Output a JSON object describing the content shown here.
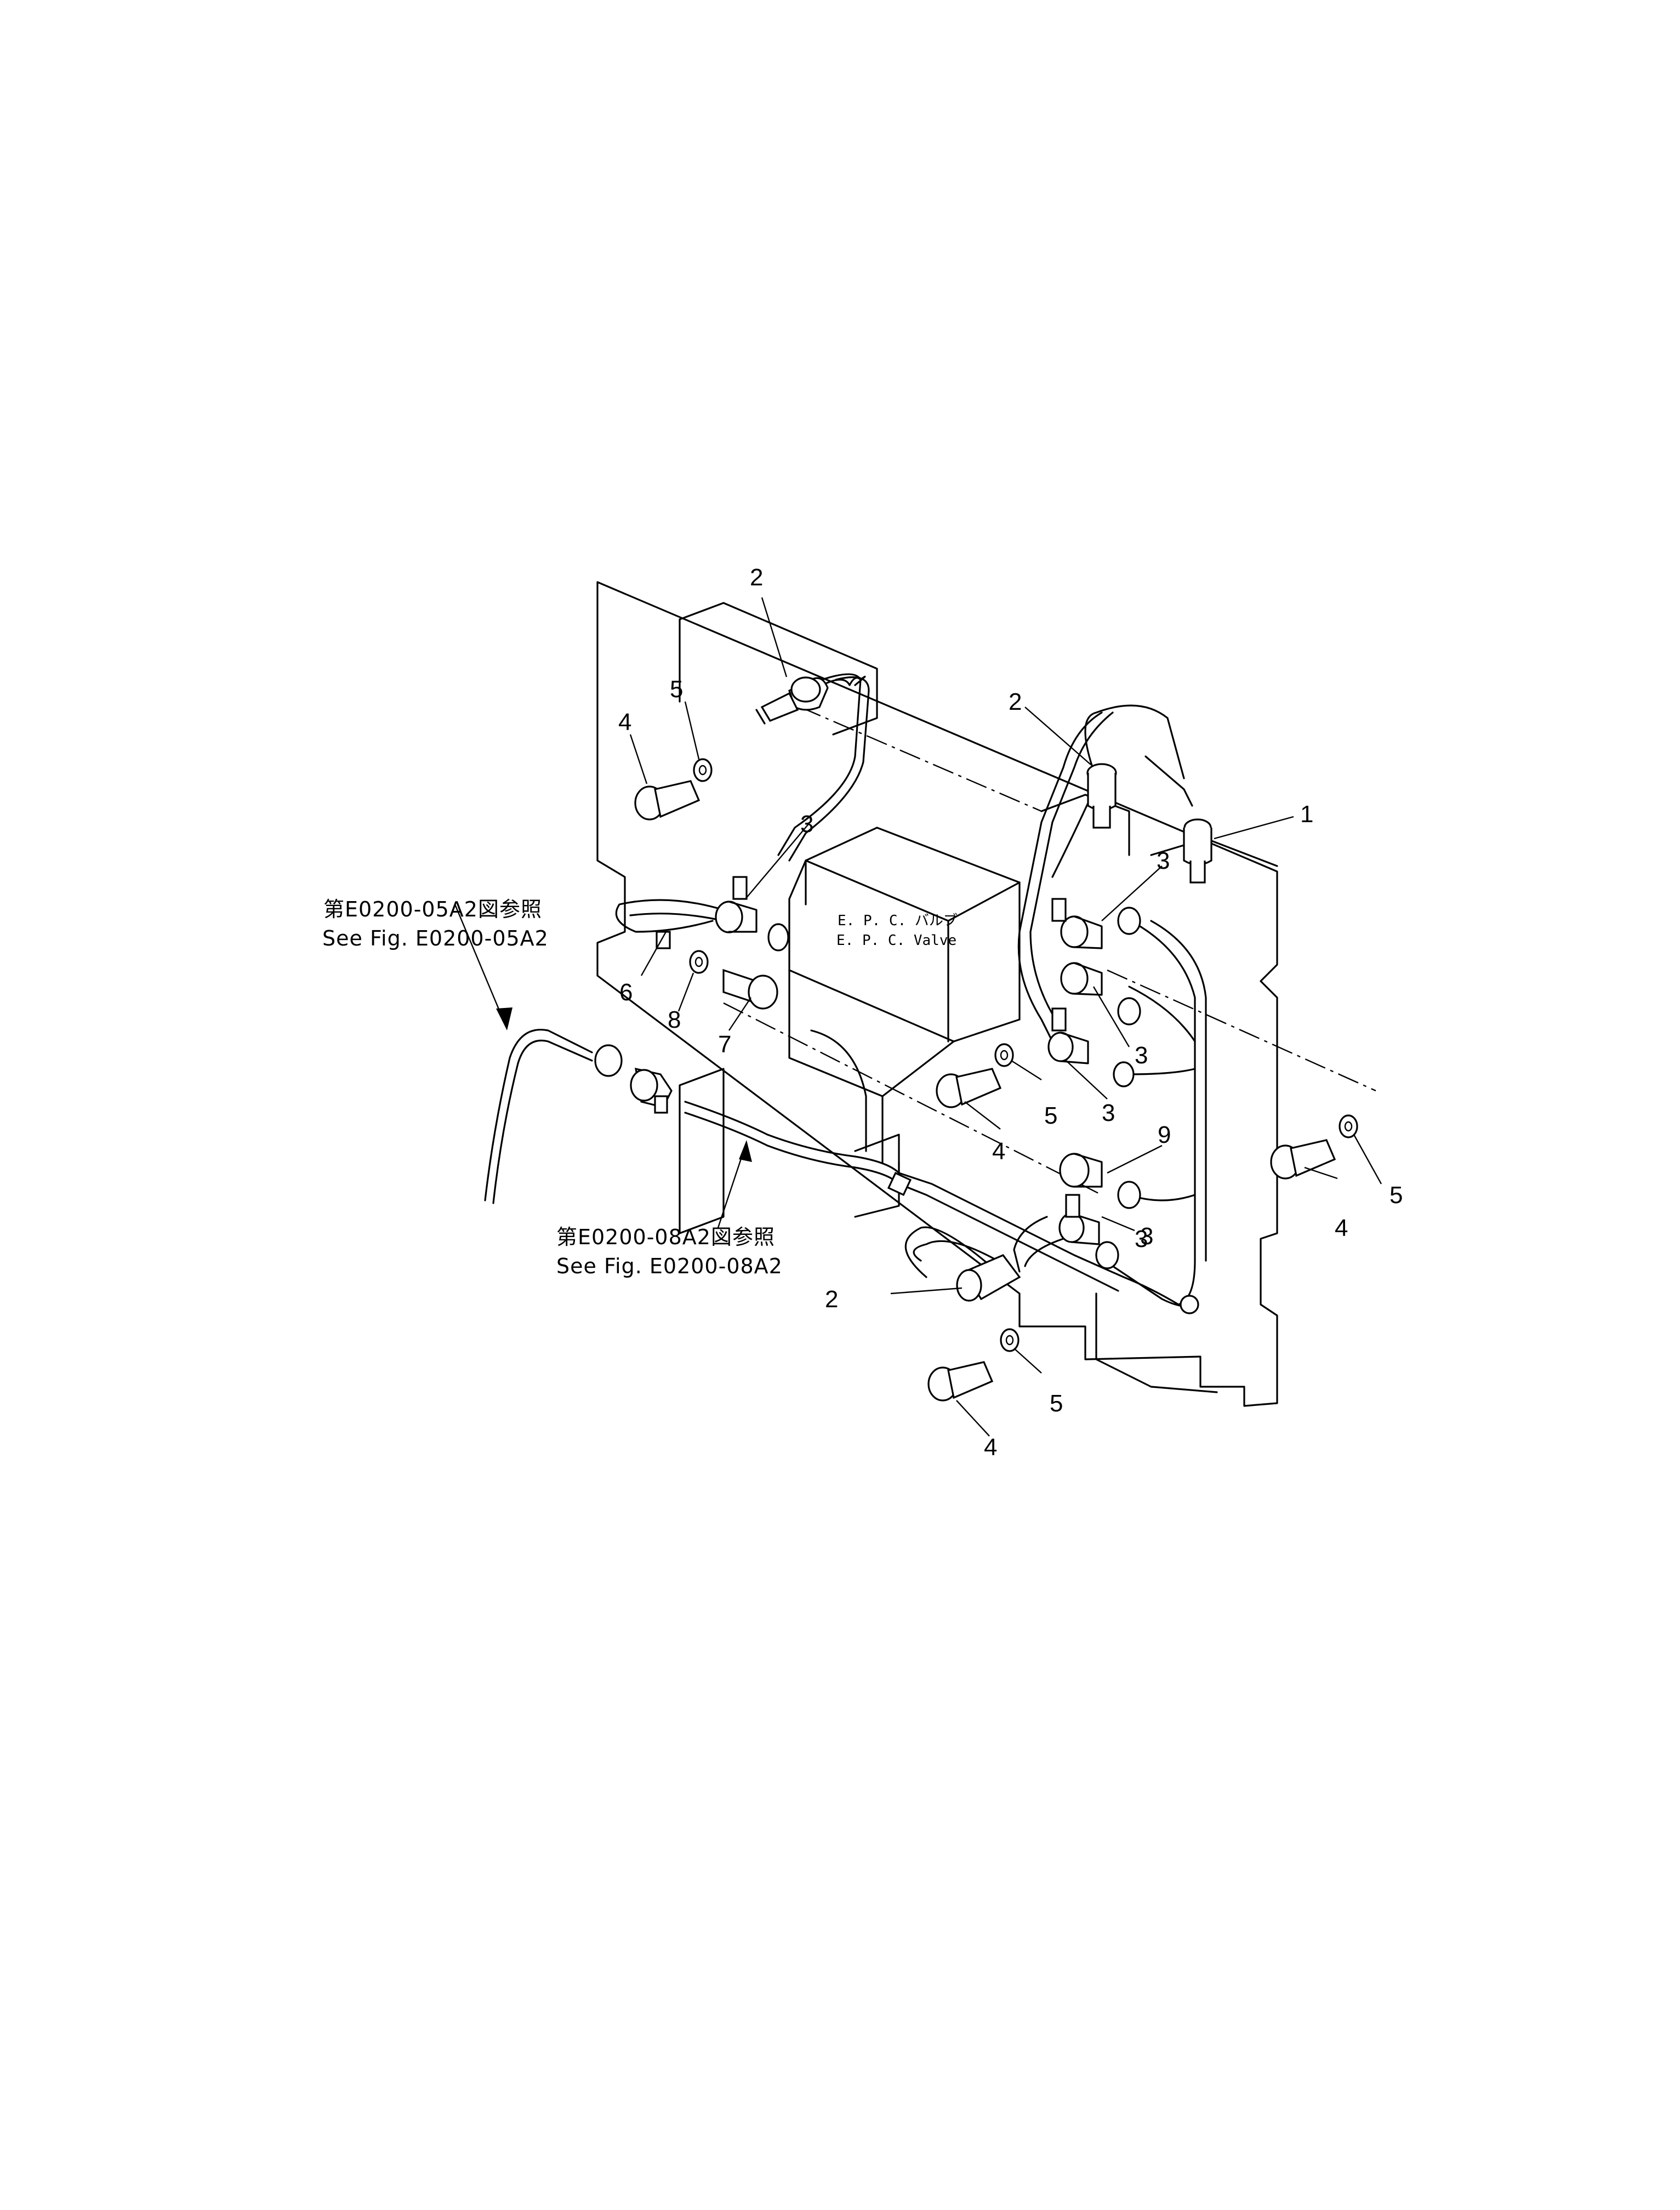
{
  "valve_label": {
    "japanese": "E. P. C. バルブ",
    "english": "E. P. C. Valve"
  },
  "references": [
    {
      "japanese": "第E0200-05A2図参照",
      "english": "See  Fig. E0200-05A2"
    },
    {
      "japanese": "第E0200-08A2図参照",
      "english": "See  Fig. E0200-08A2"
    }
  ],
  "callouts": [
    "2",
    "5",
    "4",
    "2",
    "1",
    "3",
    "3",
    "6",
    "8",
    "7",
    "3",
    "3",
    "3",
    "4",
    "5",
    "9",
    "3",
    "2",
    "4",
    "5",
    "5",
    "4"
  ]
}
